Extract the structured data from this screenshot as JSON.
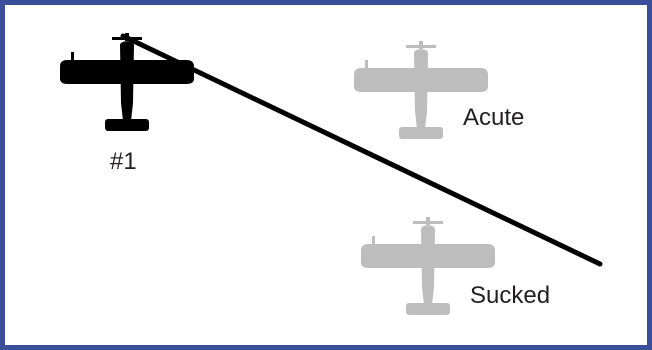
{
  "labels": {
    "lead": "#1",
    "acute": "Acute",
    "sucked": "Sucked"
  },
  "colors": {
    "frame": "#3a4f9a",
    "lead_aircraft": "#000000",
    "wingman_aircraft": "#bdbdbd",
    "bearing_line": "#000000",
    "label_text": "#231f20"
  },
  "icons": {
    "lead": "airplane-top-view-icon",
    "acute": "airplane-top-view-icon",
    "sucked": "airplane-top-view-icon"
  }
}
